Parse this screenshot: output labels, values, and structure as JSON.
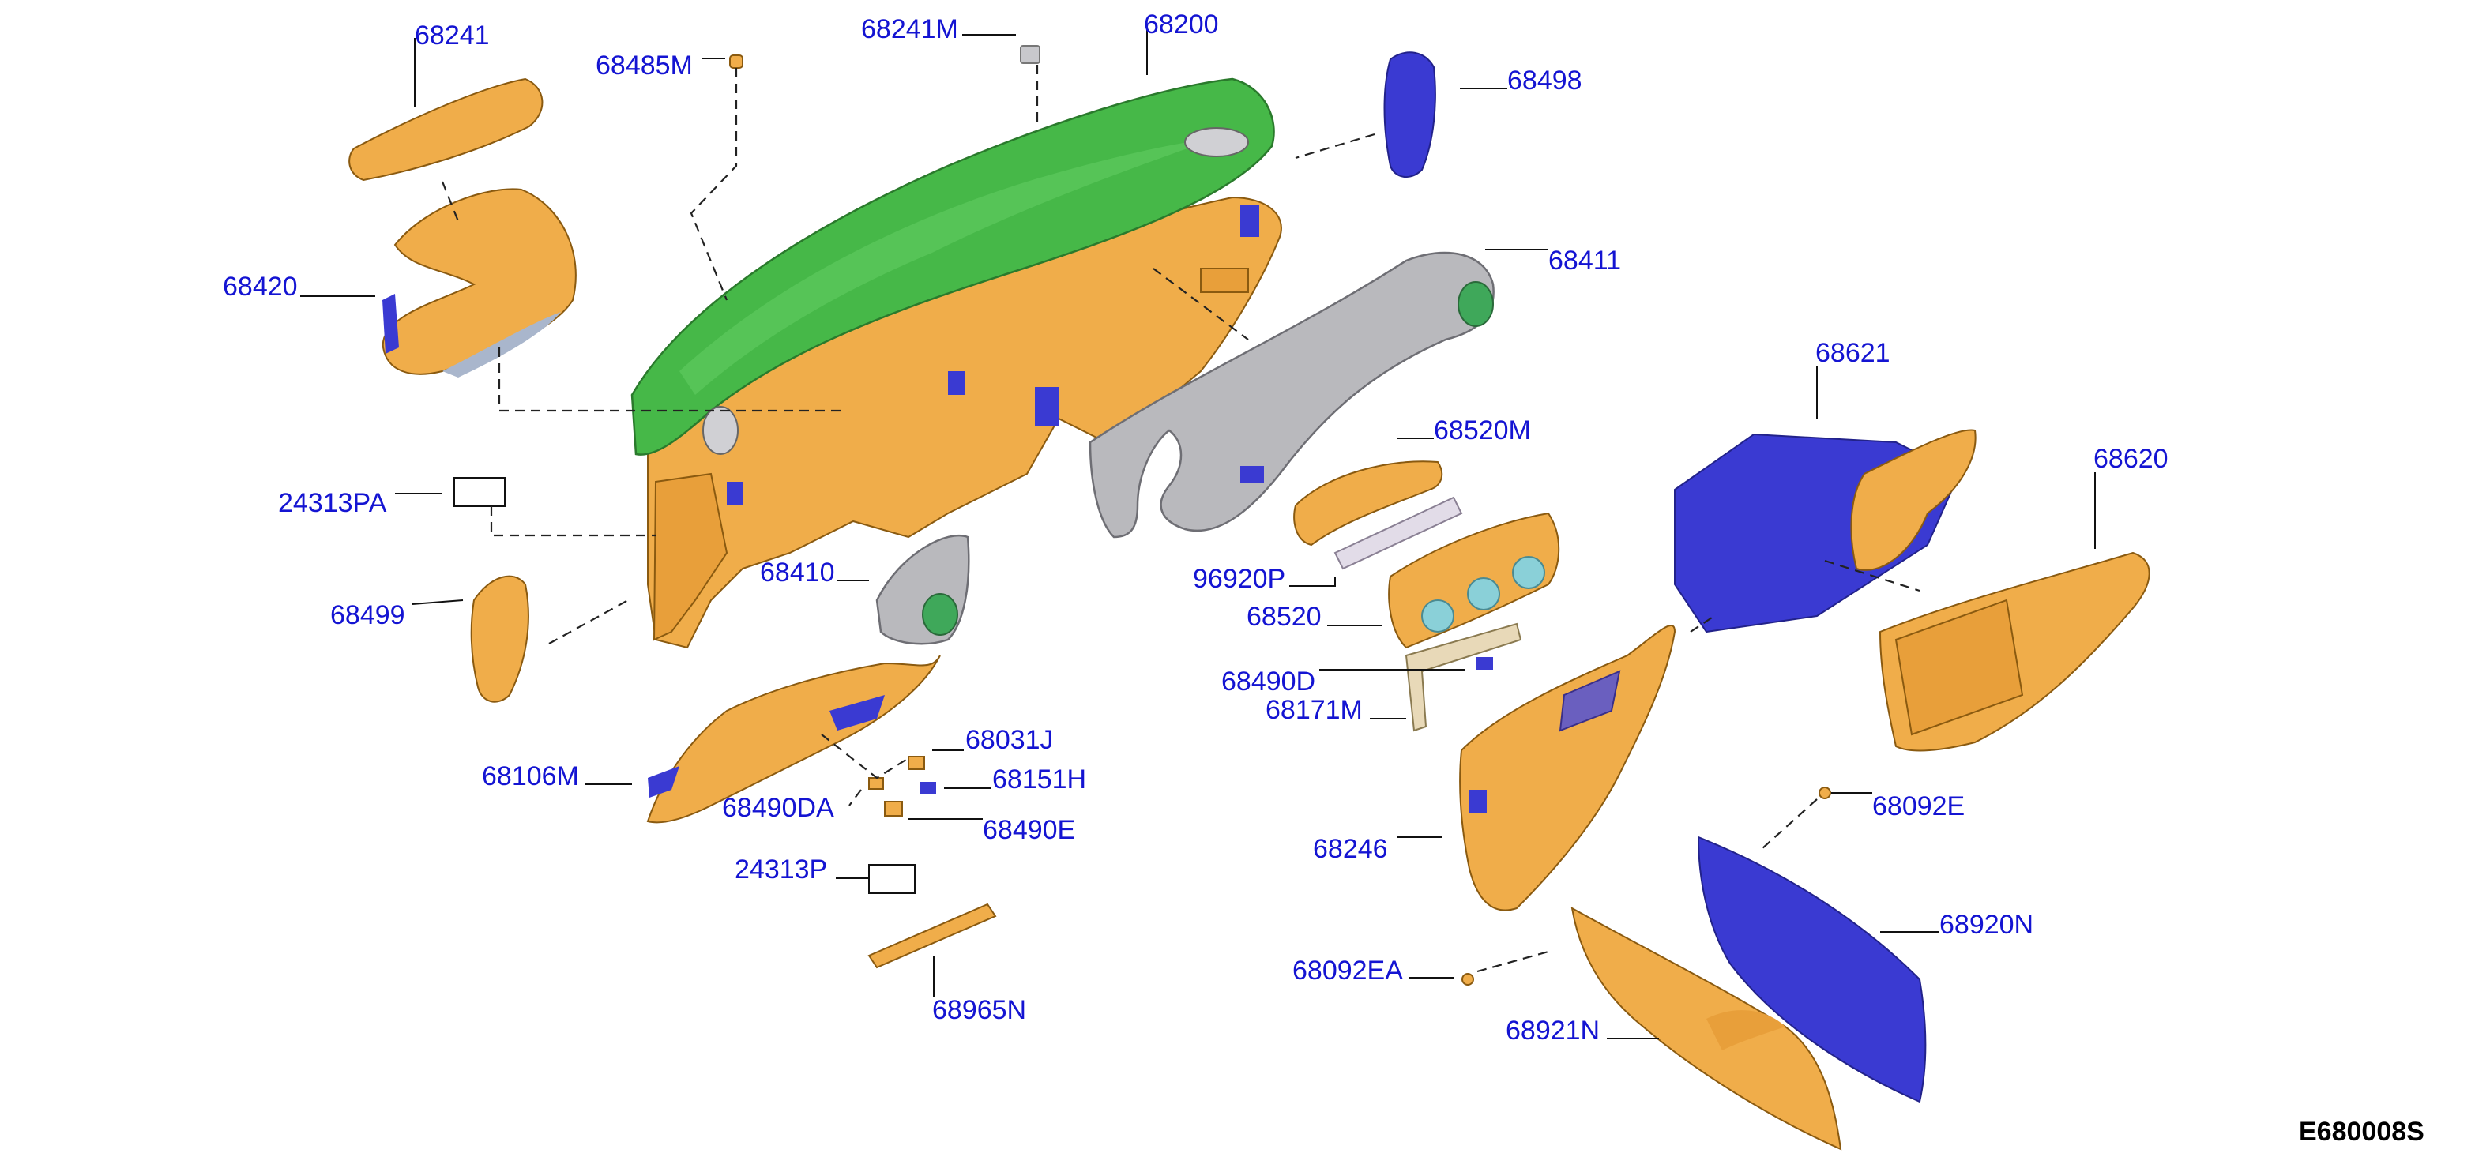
{
  "diagram_code": "E680008S",
  "colors": {
    "panel_green": "#46b848",
    "trim_orange": "#f0ad4a",
    "clip_blue": "#3a3ad2",
    "finisher_gray": "#b9b9bd",
    "label_blue": "#1414d2",
    "vent_green": "#3fa85a"
  },
  "parts": {
    "p68241": "68241",
    "p68485M": "68485M",
    "p68241M": "68241M",
    "p68200": "68200",
    "p68498": "68498",
    "p68420": "68420",
    "p68411": "68411",
    "p68621": "68621",
    "p68520M": "68520M",
    "p68620": "68620",
    "p24313PA": "24313PA",
    "p68410": "68410",
    "p96920P": "96920P",
    "p68520": "68520",
    "p68499": "68499",
    "p68490D": "68490D",
    "p68171M": "68171M",
    "p68031J": "68031J",
    "p68151H": "68151H",
    "p68106M": "68106M",
    "p68490DA": "68490DA",
    "p68490E": "68490E",
    "p68092E": "68092E",
    "p68246": "68246",
    "p24313P": "24313P",
    "p68920N": "68920N",
    "p68092EA": "68092EA",
    "p68965N": "68965N",
    "p68921N": "68921N"
  }
}
